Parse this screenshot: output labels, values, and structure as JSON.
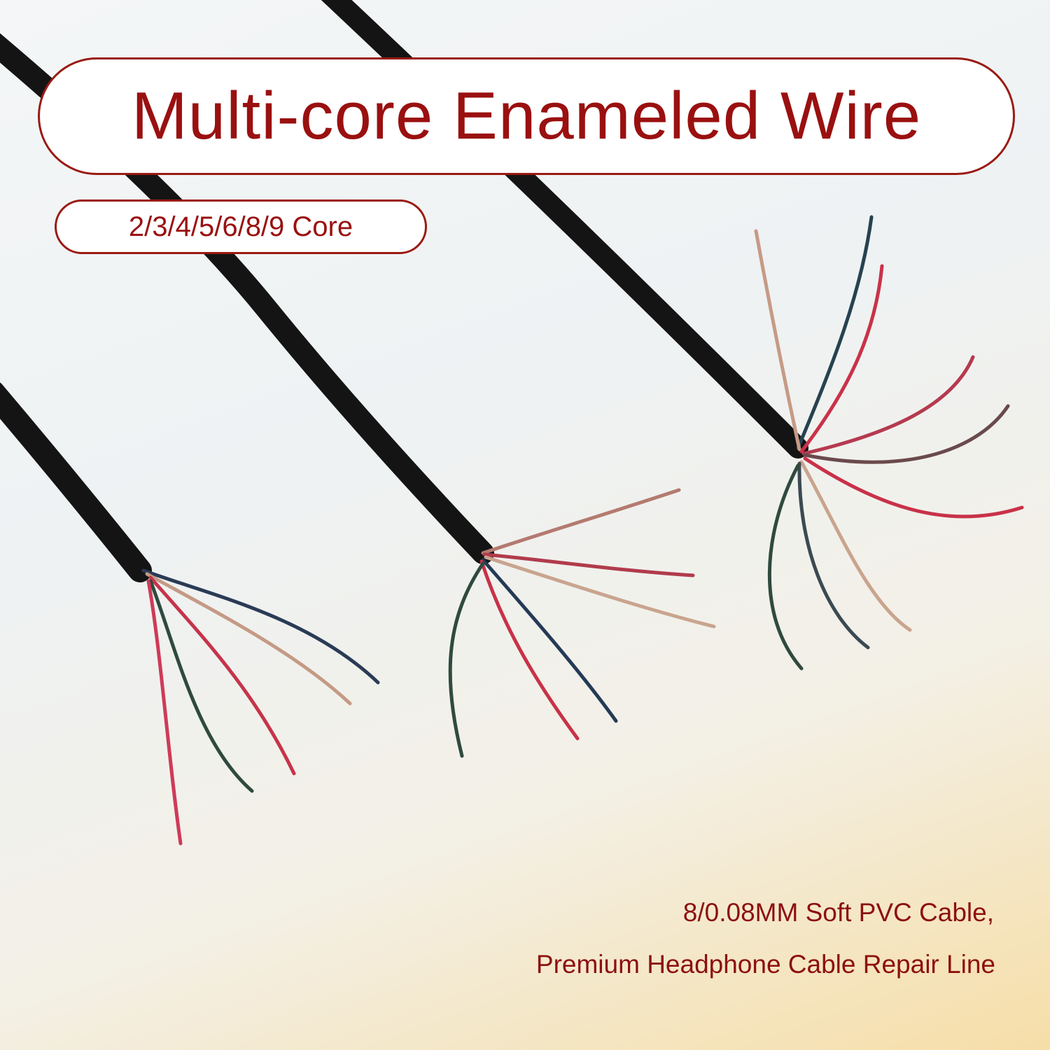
{
  "title": "Multi-core Enameled Wire",
  "cores": "2/3/4/5/6/8/9 Core",
  "description": {
    "line1": "8/0.08MM Soft PVC Cable,",
    "line2": "Premium Headphone Cable Repair Line"
  },
  "colors": {
    "accent": "#9a1010",
    "cable": "#151515",
    "wire_red": "#c93249",
    "wire_green": "#2f4a3e",
    "wire_blue": "#243a56",
    "wire_copper": "#c79a86"
  }
}
